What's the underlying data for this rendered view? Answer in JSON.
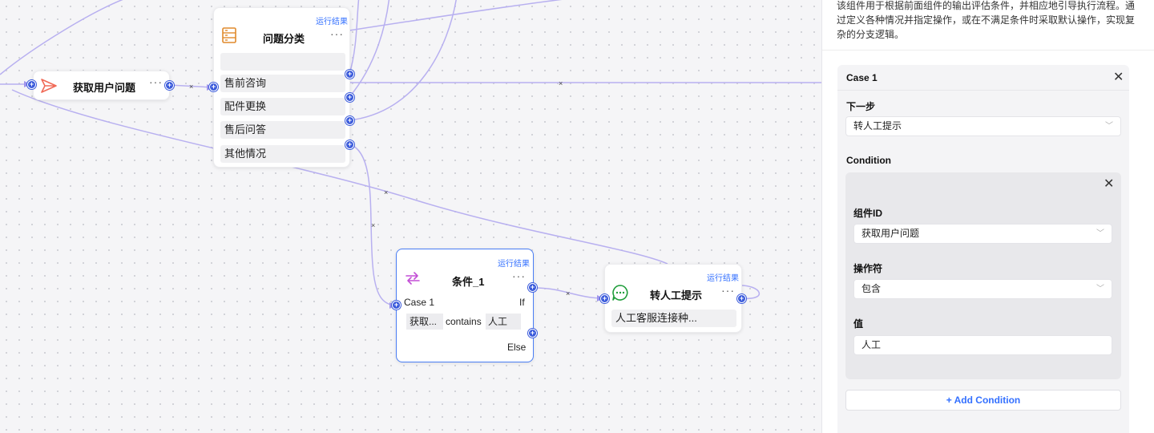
{
  "canvas": {
    "edge_mark": "×",
    "nodes": {
      "get_question": {
        "title": "获取用户问题",
        "more": "···"
      },
      "classify": {
        "title": "问题分类",
        "run_result": "运行结果",
        "more": "···",
        "items": [
          "",
          "售前咨询",
          "配件更换",
          "售后问答",
          "其他情况"
        ]
      },
      "condition": {
        "title": "条件_1",
        "run_result": "运行结果",
        "more": "···",
        "case_label": "Case 1",
        "if_label": "If",
        "else_label": "Else",
        "cond_left": "获取...",
        "cond_op": "contains",
        "cond_right": "人工"
      },
      "transfer": {
        "title": "转人工提示",
        "run_result": "运行结果",
        "more": "···",
        "message": "人工客服连接种..."
      }
    },
    "colors": {
      "edge": "#b8b0f0",
      "handle": "#3b5bdb",
      "selected": "#4a7ef5"
    }
  },
  "panel": {
    "description": "该组件用于根据前面组件的输出评估条件，并相应地引导执行流程。通过定义各种情况并指定操作，或在不满足条件时采取默认操作，实现复杂的分支逻辑。",
    "case": {
      "title": "Case 1",
      "next_step_label": "下一步",
      "next_step_value": "转人工提示",
      "condition_label": "Condition",
      "condition": {
        "component_id_label": "组件ID",
        "component_id_value": "获取用户问题",
        "operator_label": "操作符",
        "operator_value": "包含",
        "value_label": "值",
        "value_value": "人工"
      },
      "add_condition": "+ Add Condition"
    },
    "icons": [
      "close-icon",
      "chevron-down-icon",
      "send-icon",
      "list-icon",
      "switch-icon",
      "chat-icon"
    ]
  }
}
